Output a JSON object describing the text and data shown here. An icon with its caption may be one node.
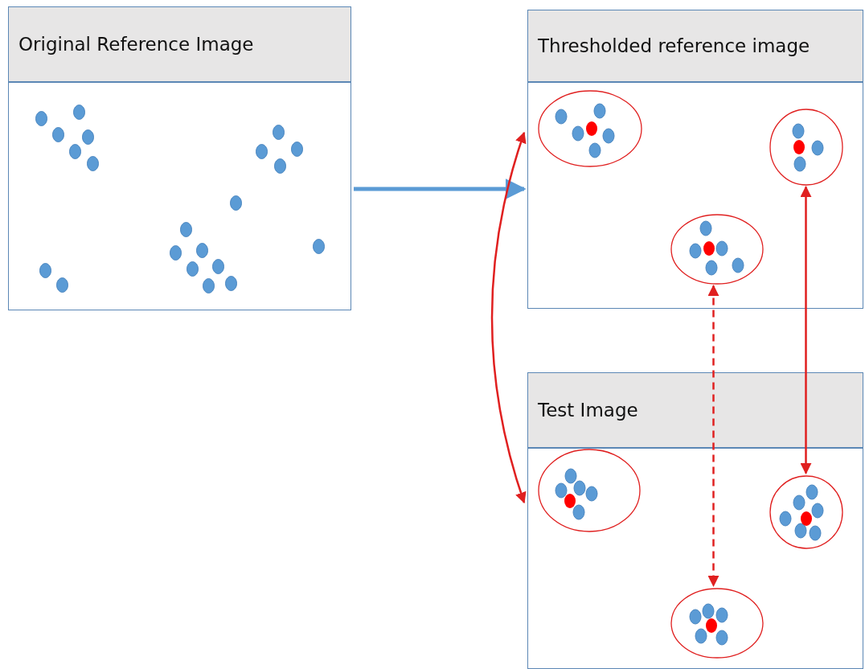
{
  "diagram": {
    "nodes": [
      {
        "text": [
          "Original Reference Image"
        ]
      },
      {
        "text": [
          "Thresholded reference image"
        ]
      },
      {
        "text": [],
        "shape": "circle",
        "in": 1
      },
      {
        "text": [],
        "shape": "circle",
        "in": 1
      },
      {
        "text": [],
        "shape": "circle",
        "in": 1
      },
      {
        "text": [
          "Test Image"
        ]
      },
      {
        "text": [],
        "shape": "circle",
        "in": 5
      },
      {
        "text": [],
        "shape": "circle",
        "in": 5
      },
      {
        "text": [],
        "shape": "circle",
        "in": 5
      }
    ],
    "edges": [
      {
        "from": 0,
        "to": 1,
        "arrow": "to",
        "color": "#5b9bd5",
        "style": "thick"
      },
      {
        "from": 1,
        "to": 5,
        "arrow": "both"
      },
      {
        "from": 3,
        "to": 7,
        "arrow": "both"
      },
      {
        "from": 4,
        "to": 8,
        "arrow": "both",
        "style": "dashed"
      }
    ]
  }
}
